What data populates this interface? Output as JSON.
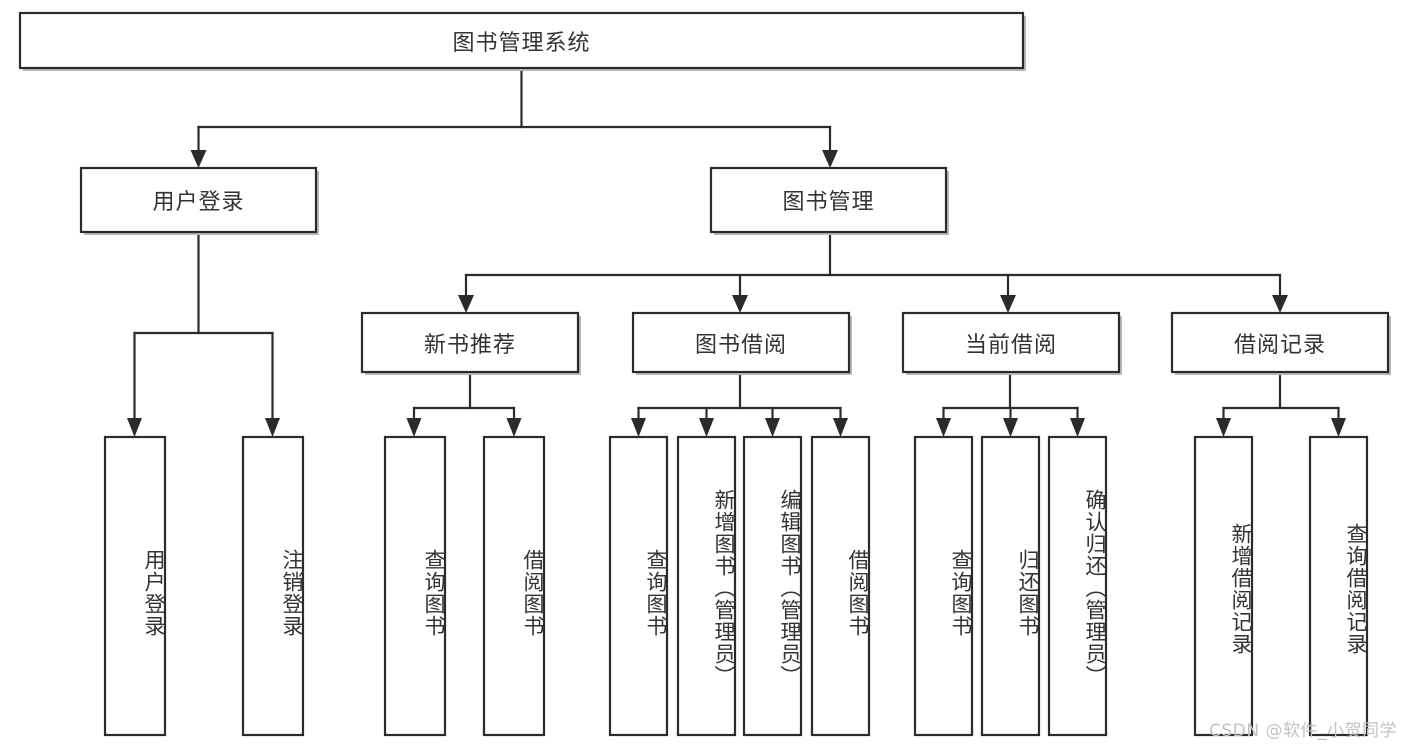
{
  "diagram": {
    "title": "图书管理系统",
    "type": "tree-hierarchy-diagram",
    "orientation": "top-down",
    "colors": {
      "box_stroke": "#2b2b2b",
      "box_fill": "#ffffff",
      "text": "#333333",
      "connector": "#2b2b2b",
      "background": "#ffffff",
      "watermark": "#c2c2c2"
    },
    "root": {
      "label": "图书管理系统",
      "orientation": "horizontal"
    },
    "level2": [
      {
        "label": "用户登录",
        "orientation": "horizontal"
      },
      {
        "label": "图书管理",
        "orientation": "horizontal"
      }
    ],
    "level3": [
      {
        "label": "新书推荐",
        "orientation": "horizontal"
      },
      {
        "label": "图书借阅",
        "orientation": "horizontal"
      },
      {
        "label": "当前借阅",
        "orientation": "horizontal"
      },
      {
        "label": "借阅记录",
        "orientation": "horizontal"
      }
    ],
    "leaves": {
      "user_login": [
        {
          "label": "用户登录",
          "orientation": "vertical"
        },
        {
          "label": "注销登录",
          "orientation": "vertical"
        }
      ],
      "new_book_recommend": [
        {
          "label": "查询图书",
          "orientation": "vertical"
        },
        {
          "label": "借阅图书",
          "orientation": "vertical"
        }
      ],
      "book_borrow": [
        {
          "label": "查询图书",
          "orientation": "vertical"
        },
        {
          "label": "新增图书（管理员）",
          "orientation": "vertical"
        },
        {
          "label": "编辑图书（管理员）",
          "orientation": "vertical"
        },
        {
          "label": "借阅图书",
          "orientation": "vertical"
        }
      ],
      "current_borrow": [
        {
          "label": "查询图书",
          "orientation": "vertical"
        },
        {
          "label": "归还图书",
          "orientation": "vertical"
        },
        {
          "label": "确认归还（管理员）",
          "orientation": "vertical"
        }
      ],
      "borrow_record": [
        {
          "label": "新增借阅记录",
          "orientation": "vertical"
        },
        {
          "label": "查询借阅记录",
          "orientation": "vertical"
        }
      ]
    }
  },
  "watermark": {
    "text": "CSDN @软件_小贺同学"
  }
}
